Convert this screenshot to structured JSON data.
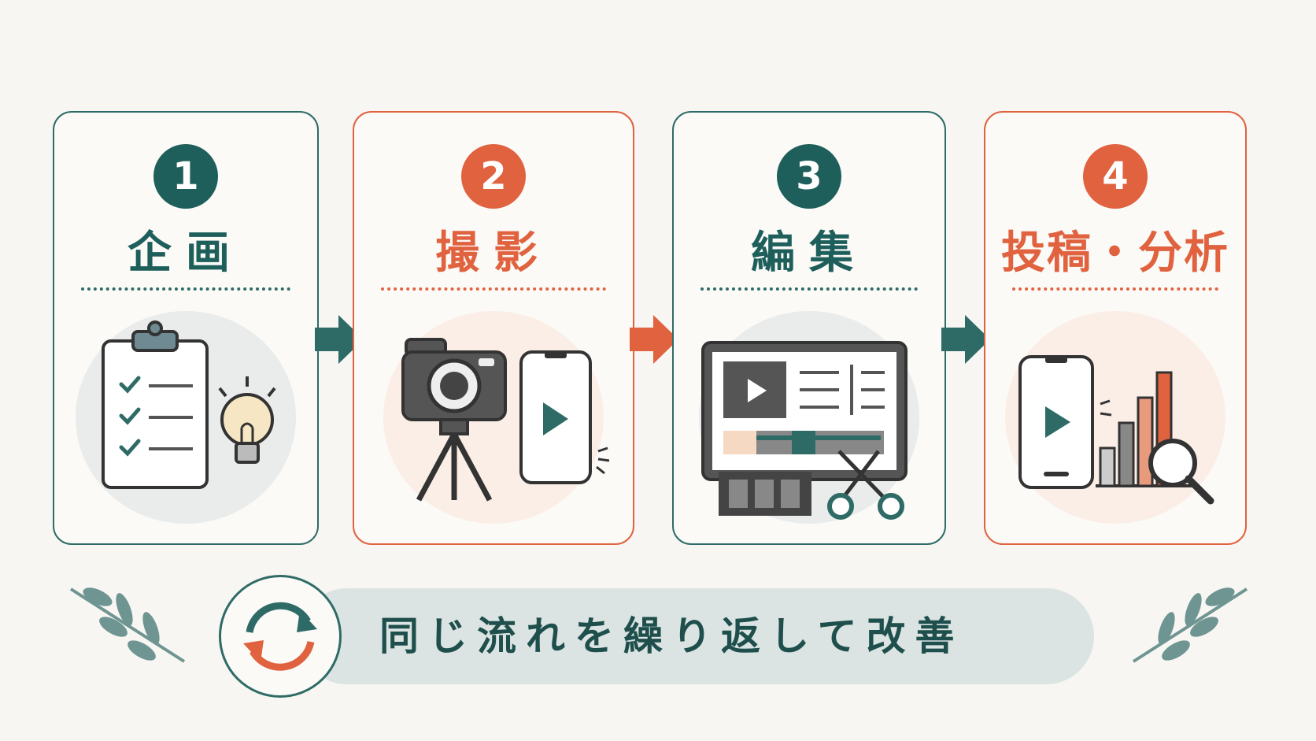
{
  "steps": [
    {
      "number": "1",
      "title": "企画"
    },
    {
      "number": "2",
      "title": "撮影"
    },
    {
      "number": "3",
      "title": "編集"
    },
    {
      "number": "4",
      "title": "投稿・分析"
    }
  ],
  "footer": {
    "text": "同じ流れを繰り返して改善"
  },
  "colors": {
    "teal": "#1f5f5b",
    "orange": "#e0623f",
    "background": "#f8f6f2",
    "banner": "#dbe4e2"
  },
  "icons": [
    "clipboard-checklist-icon",
    "lightbulb-icon",
    "camera-tripod-icon",
    "smartphone-play-icon",
    "video-editor-icon",
    "scissors-icon",
    "film-strip-icon",
    "bar-chart-icon",
    "magnifier-icon",
    "cycle-arrows-icon",
    "leaf-branch-icon"
  ]
}
